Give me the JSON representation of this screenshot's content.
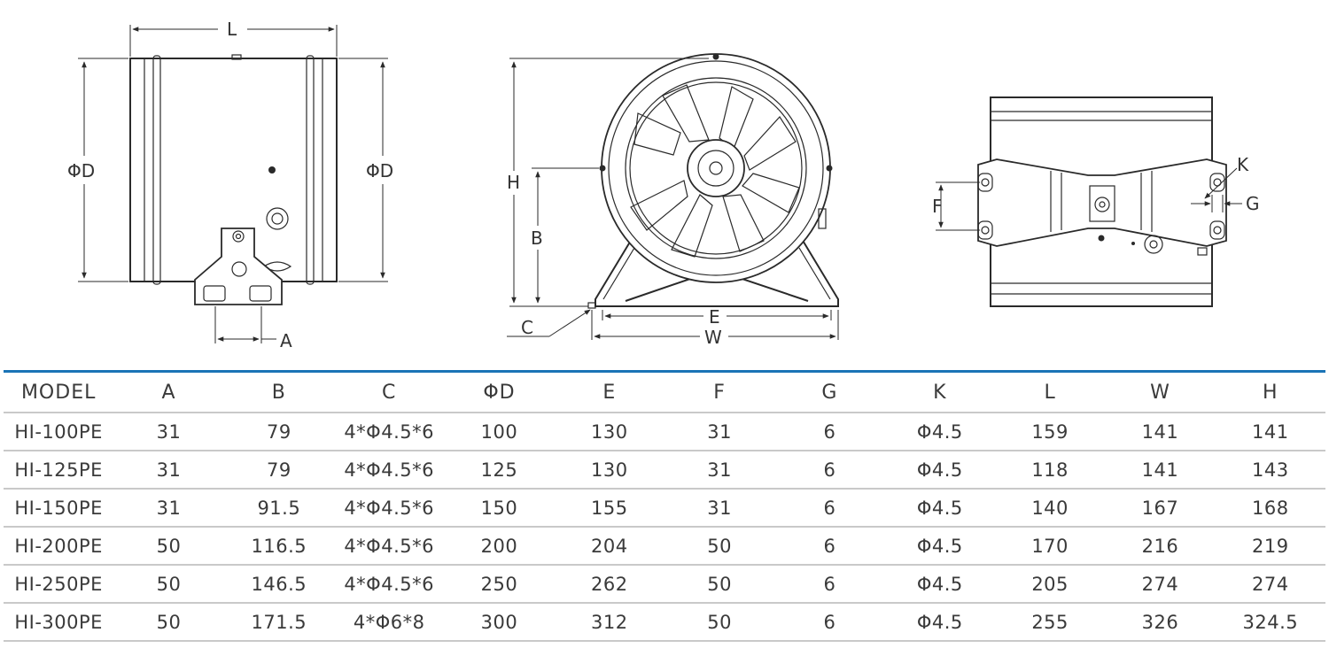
{
  "drawing_labels": {
    "side": {
      "length": "L",
      "diameter_left": "ΦD",
      "diameter_right": "ΦD",
      "foot_width": "A"
    },
    "front": {
      "height": "H",
      "center_height": "B",
      "foot_hole": "C",
      "foot_span": "E",
      "width": "W"
    },
    "top": {
      "hole_spacing": "F",
      "hole_diameter": "K",
      "slot": "G"
    }
  },
  "table": {
    "columns": [
      "MODEL",
      "A",
      "B",
      "C",
      "ΦD",
      "E",
      "F",
      "G",
      "K",
      "L",
      "W",
      "H"
    ],
    "rows": [
      [
        "HI-100PE",
        "31",
        "79",
        "4*Φ4.5*6",
        "100",
        "130",
        "31",
        "6",
        "Φ4.5",
        "159",
        "141",
        "141"
      ],
      [
        "HI-125PE",
        "31",
        "79",
        "4*Φ4.5*6",
        "125",
        "130",
        "31",
        "6",
        "Φ4.5",
        "118",
        "141",
        "143"
      ],
      [
        "HI-150PE",
        "31",
        "91.5",
        "4*Φ4.5*6",
        "150",
        "155",
        "31",
        "6",
        "Φ4.5",
        "140",
        "167",
        "168"
      ],
      [
        "HI-200PE",
        "50",
        "116.5",
        "4*Φ4.5*6",
        "200",
        "204",
        "50",
        "6",
        "Φ4.5",
        "170",
        "216",
        "219"
      ],
      [
        "HI-250PE",
        "50",
        "146.5",
        "4*Φ4.5*6",
        "250",
        "262",
        "50",
        "6",
        "Φ4.5",
        "205",
        "274",
        "274"
      ],
      [
        "HI-300PE",
        "50",
        "171.5",
        "4*Φ6*8",
        "300",
        "312",
        "50",
        "6",
        "Φ4.5",
        "255",
        "326",
        "324.5"
      ]
    ]
  },
  "colors": {
    "accent": "#1a74b6",
    "row_line": "#c9c9c9",
    "text": "#3a3a3a"
  }
}
